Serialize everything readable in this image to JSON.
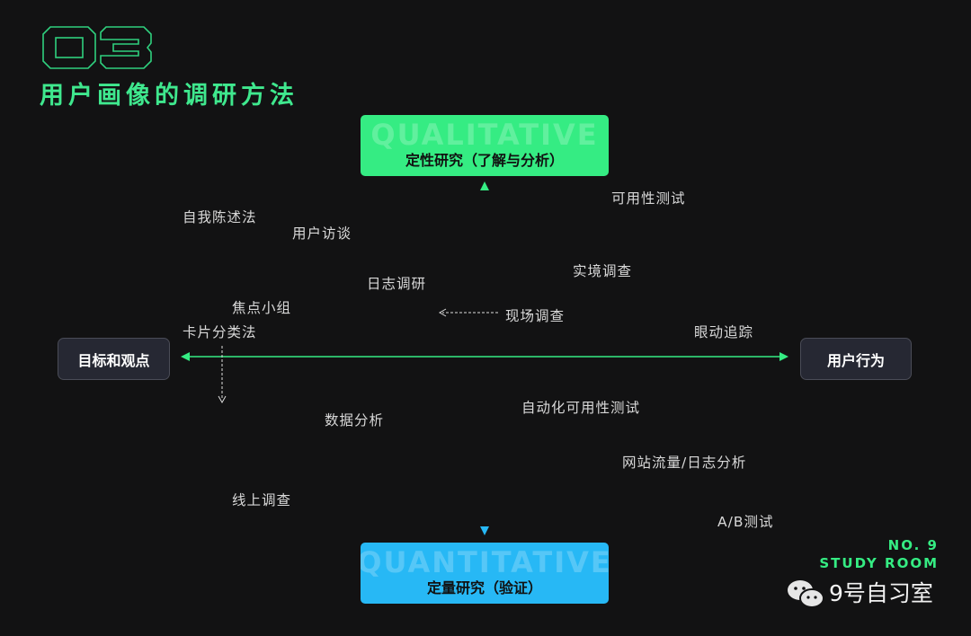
{
  "header": {
    "number": "03",
    "title": "用户画像的调研方法"
  },
  "axes": {
    "top": {
      "label": "定性研究（了解与分析）",
      "watermark": "QUALITATIVE"
    },
    "bottom": {
      "label": "定量研究（验证）",
      "watermark": "QUANTITATIVE"
    },
    "left": {
      "label": "目标和观点"
    },
    "right": {
      "label": "用户行为"
    }
  },
  "methods": [
    "自我陈述法",
    "用户访谈",
    "日志调研",
    "焦点小组",
    "卡片分类法",
    "数据分析",
    "线上调查",
    "可用性测试",
    "实境调查",
    "现场调查",
    "眼动追踪",
    "自动化可用性测试",
    "网站流量/日志分析",
    "A/B测试"
  ],
  "branding": {
    "line1": "NO. 9",
    "line2": "STUDY ROOM",
    "account": "9号自习室"
  },
  "colors": {
    "green": "#35ec83",
    "blue": "#27b8f5",
    "bg": "#121213"
  }
}
